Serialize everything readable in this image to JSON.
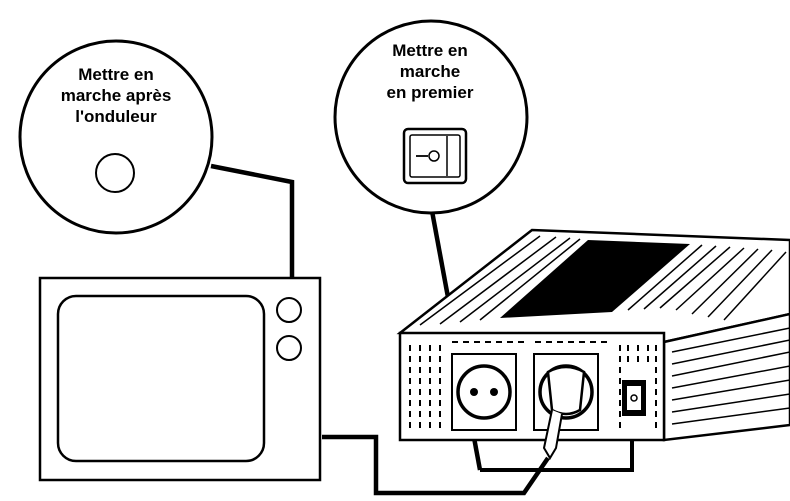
{
  "callout_left": {
    "lines": [
      "Mettre en",
      "marche après",
      "l'onduleur"
    ]
  },
  "callout_right": {
    "lines": [
      "Mettre en",
      "marche",
      "en premier"
    ]
  },
  "switch_symbol": "–O",
  "colors": {
    "ink": "#000000",
    "paper": "#ffffff"
  },
  "icons": [
    "tv-power-knob-icon",
    "rocker-switch-icon",
    "schuko-outlet-icon",
    "power-plug-icon"
  ]
}
